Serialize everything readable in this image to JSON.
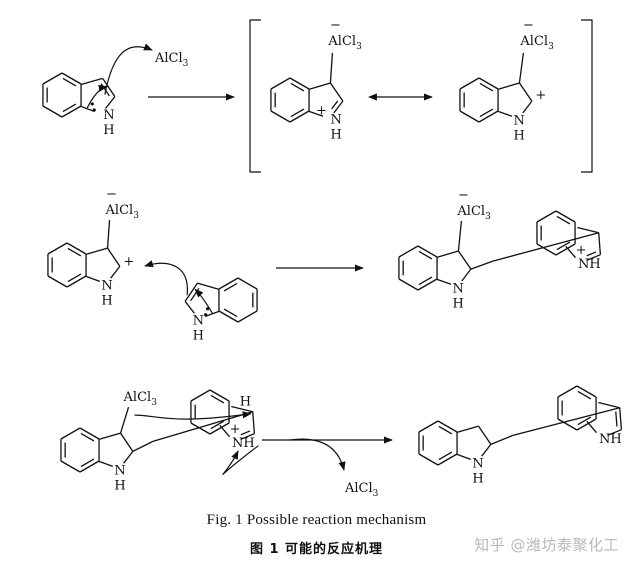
{
  "labels": {
    "alcl3": "AlCl",
    "alcl3_sub": "3",
    "n": "N",
    "h": "H",
    "nh": "NH",
    "plus": "+",
    "minus": "−"
  },
  "caption": {
    "en": "Fig. 1    Possible reaction mechanism",
    "zh": "图 1   可能的反应机理"
  },
  "watermark": "知乎 @潍坊泰聚化工"
}
